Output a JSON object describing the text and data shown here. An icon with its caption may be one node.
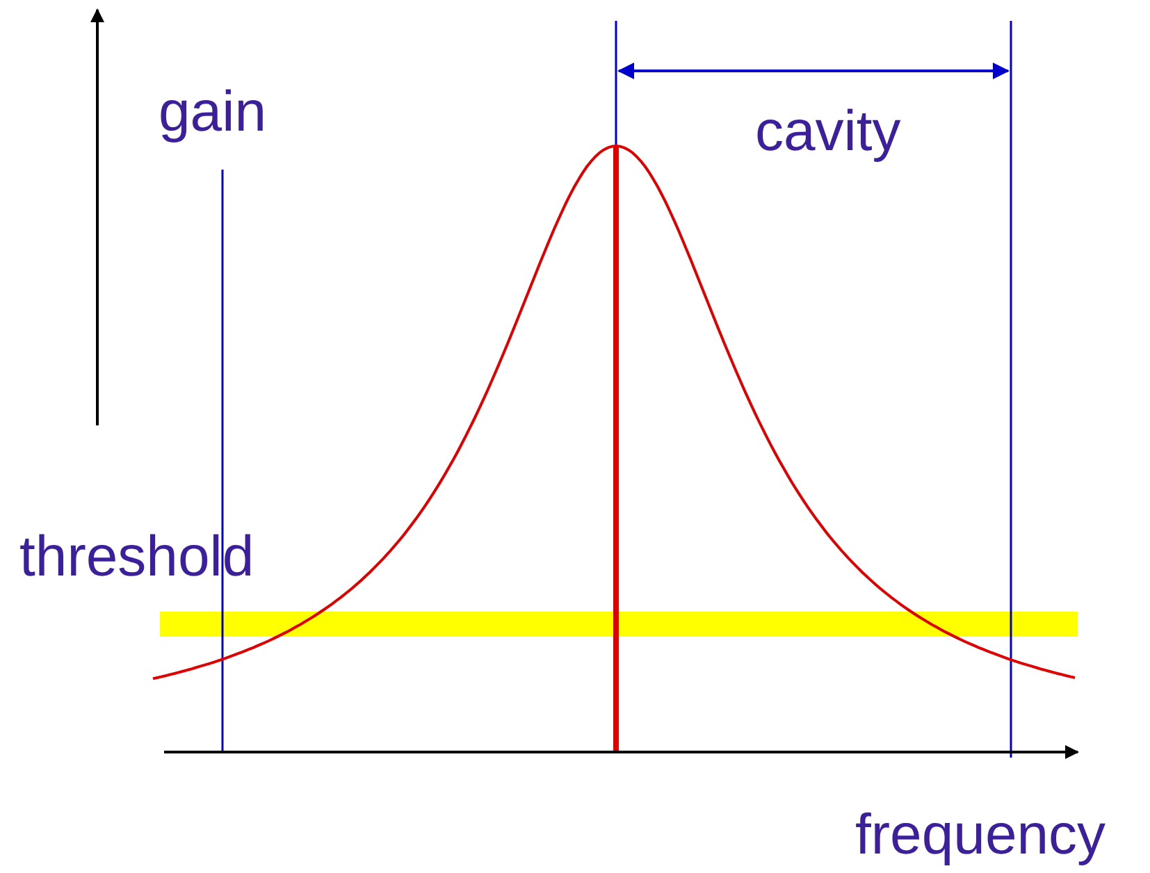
{
  "diagram": {
    "labels": [
      "gain",
      "cavity",
      "threshold",
      "frequency"
    ]
  }
}
